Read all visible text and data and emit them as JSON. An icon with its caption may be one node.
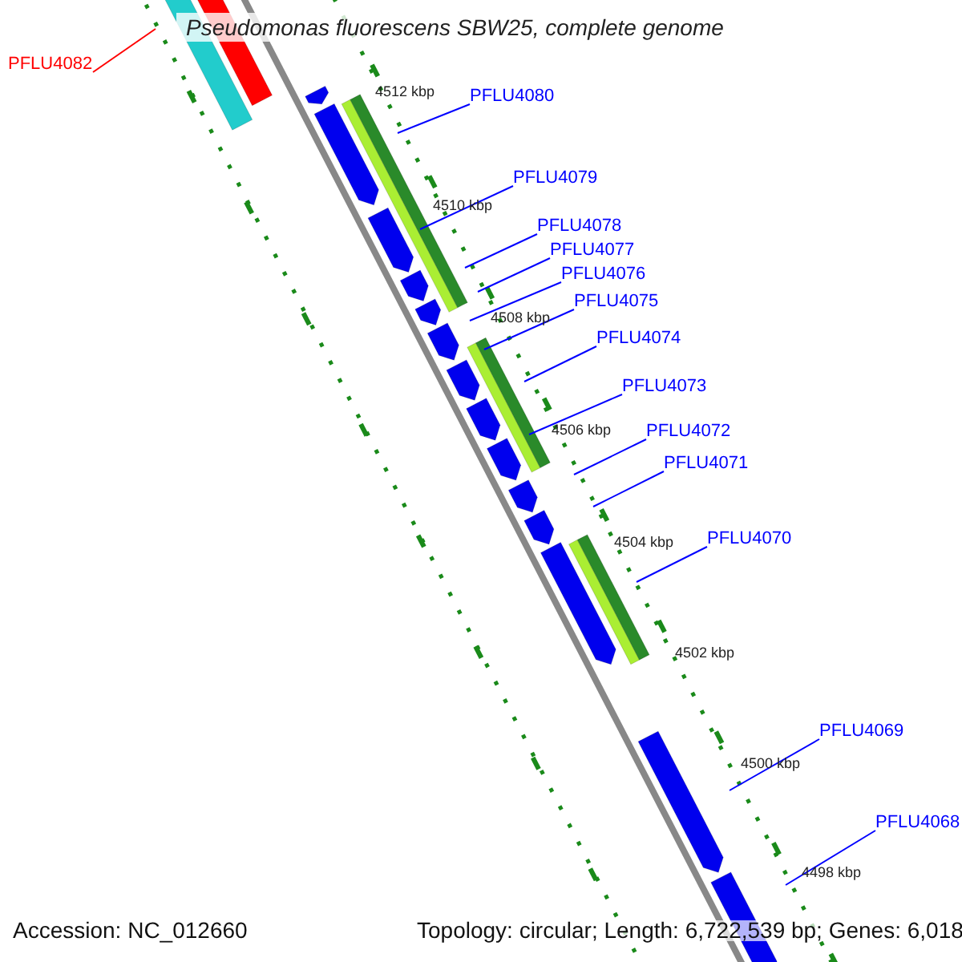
{
  "diagram": {
    "title": "Pseudomonas fluorescens SBW25, complete genome",
    "nodes": [
      {
        "text": [
          "PFLU4082"
        ]
      },
      {
        "text": [
          "PFLU4080"
        ]
      },
      {
        "text": [
          "PFLU4079"
        ]
      },
      {
        "text": [
          "PFLU4078"
        ]
      },
      {
        "text": [
          "PFLU4077"
        ]
      },
      {
        "text": [
          "PFLU4076"
        ]
      },
      {
        "text": [
          "PFLU4075"
        ]
      },
      {
        "text": [
          "PFLU4074"
        ]
      },
      {
        "text": [
          "PFLU4073"
        ]
      },
      {
        "text": [
          "PFLU4072"
        ]
      },
      {
        "text": [
          "PFLU4071"
        ]
      },
      {
        "text": [
          "PFLU4070"
        ]
      },
      {
        "text": [
          "PFLU4069"
        ]
      },
      {
        "text": [
          "PFLU4068"
        ]
      }
    ],
    "edges": [
      {
        "from": 0,
        "to": null,
        "arrow": "none",
        "color": "#ff0000"
      },
      {
        "from": 1,
        "to": null,
        "arrow": "none"
      },
      {
        "from": 2,
        "to": null,
        "arrow": "none"
      },
      {
        "from": 3,
        "to": null,
        "arrow": "none"
      },
      {
        "from": 4,
        "to": null,
        "arrow": "none"
      },
      {
        "from": 5,
        "to": null,
        "arrow": "none"
      },
      {
        "from": 6,
        "to": null,
        "arrow": "none"
      },
      {
        "from": 7,
        "to": null,
        "arrow": "none"
      },
      {
        "from": 8,
        "to": null,
        "arrow": "none"
      },
      {
        "from": 9,
        "to": null,
        "arrow": "none"
      },
      {
        "from": 10,
        "to": null,
        "arrow": "none"
      },
      {
        "from": 11,
        "to": null,
        "arrow": "none"
      },
      {
        "from": 12,
        "to": null,
        "arrow": "none"
      },
      {
        "from": 13,
        "to": null,
        "arrow": "none"
      }
    ],
    "labels": [
      "4512 kbp",
      "4510 kbp",
      "4508 kbp",
      "4506 kbp",
      "4504 kbp",
      "4502 kbp",
      "4500 kbp",
      "4498 kbp",
      "Accession: NC_012660",
      "Topology: circular; Length: 6,722,539 bp; Genes: 6,018"
    ]
  }
}
